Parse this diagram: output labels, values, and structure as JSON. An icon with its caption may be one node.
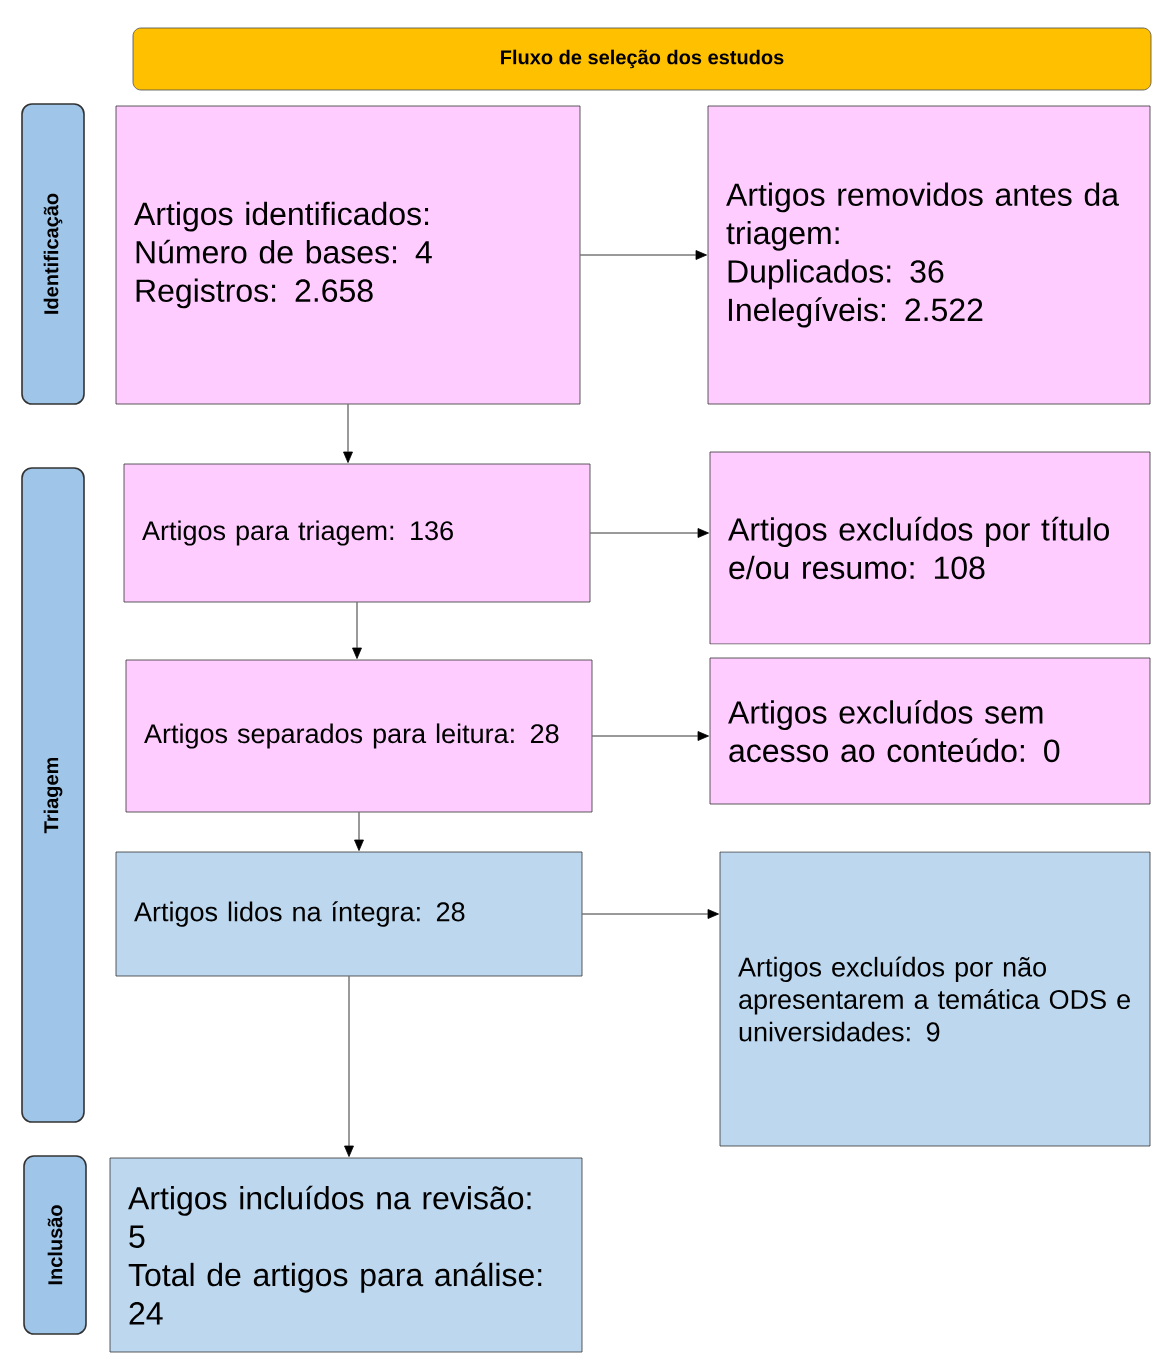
{
  "diagram": {
    "title": "Fluxo de seleção dos estudos",
    "nodes": [
      {
        "text": [
          "Identificação"
        ]
      },
      {
        "text": [
          "Artigos identificados:",
          "Número de bases: 4",
          "Registros:  2.658"
        ]
      },
      {
        "text": [
          "Artigos removidos antes da triagem:",
          "Duplicados: 36",
          "Inelegíveis: 2.522"
        ]
      },
      {
        "text": [
          "Triagem"
        ]
      },
      {
        "text": [
          "Artigos para triagem: 136"
        ]
      },
      {
        "text": [
          "Artigos excluídos por título e/ou resumo: 108"
        ]
      },
      {
        "text": [
          "Artigos separados para leitura: 28"
        ]
      },
      {
        "text": [
          "Artigos excluídos sem acesso ao conteúdo: 0"
        ]
      },
      {
        "text": [
          "Artigos lidos na íntegra: 28"
        ]
      },
      {
        "text": [
          "Artigos excluídos por não apresentarem a temática ODS e universidades: 9"
        ]
      },
      {
        "text": [
          "Inclusão"
        ]
      },
      {
        "text": [
          "Artigos incluídos na revisão: 5",
          "Total de artigos para análise: 24"
        ]
      }
    ],
    "edges": [
      {
        "from": 1,
        "to": 2,
        "arrow": "to"
      },
      {
        "from": 1,
        "to": 4,
        "arrow": "to"
      },
      {
        "from": 4,
        "to": 5,
        "arrow": "to"
      },
      {
        "from": 4,
        "to": 6,
        "arrow": "to"
      },
      {
        "from": 6,
        "to": 7,
        "arrow": "to"
      },
      {
        "from": 6,
        "to": 8,
        "arrow": "to"
      },
      {
        "from": 8,
        "to": 9,
        "arrow": "to"
      },
      {
        "from": 8,
        "to": 11,
        "arrow": "to"
      }
    ]
  }
}
